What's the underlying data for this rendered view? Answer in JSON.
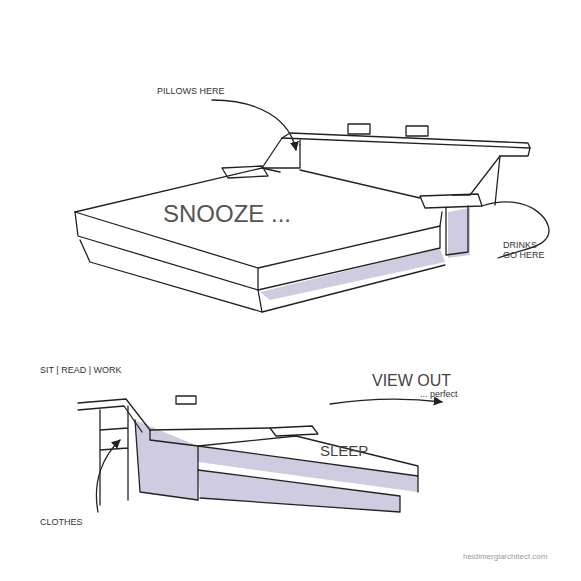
{
  "diagram": {
    "labels": [
      "PILLOWS HERE",
      "SNOOZE ...",
      "DRINKS GO HERE",
      "SIT | READ | WORK",
      "VIEW OUT",
      "... perfect",
      "SLEEP",
      "CLOTHES",
      "heidimerglarchitect.com"
    ]
  }
}
